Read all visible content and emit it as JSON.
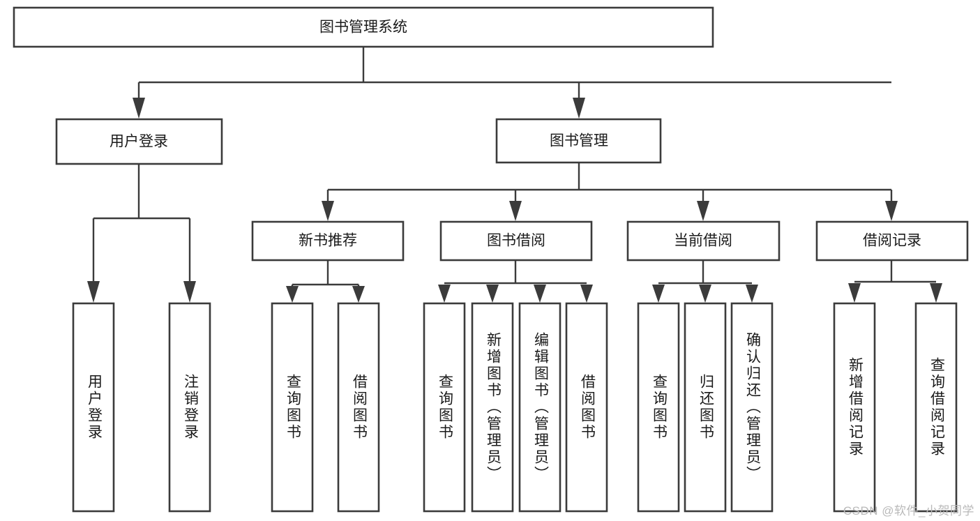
{
  "diagram": {
    "title": "图书管理系统",
    "type": "tree-hierarchy",
    "watermark": "CSDN @软件_小贺同学",
    "colors": {
      "stroke": "#3b3b3b",
      "fill": "#ffffff",
      "text": "#1a1a1a",
      "watermark": "#b9b9b9"
    },
    "root": {
      "label": "图书管理系统"
    },
    "level2": [
      {
        "label": "用户登录"
      },
      {
        "label": "图书管理"
      }
    ],
    "level3": [
      {
        "label": "新书推荐"
      },
      {
        "label": "图书借阅"
      },
      {
        "label": "当前借阅"
      },
      {
        "label": "借阅记录"
      }
    ],
    "leaves": {
      "user_login": [
        {
          "label": "用户登录"
        },
        {
          "label": "注销登录"
        }
      ],
      "new_book_recommend": [
        {
          "label": "查询图书"
        },
        {
          "label": "借阅图书"
        }
      ],
      "book_borrow": [
        {
          "label": "查询图书"
        },
        {
          "label": "新增图书（管理员）"
        },
        {
          "label": "编辑图书（管理员）"
        },
        {
          "label": "借阅图书"
        }
      ],
      "current_borrow": [
        {
          "label": "查询图书"
        },
        {
          "label": "归还图书"
        },
        {
          "label": "确认归还（管理员）"
        }
      ],
      "borrow_record": [
        {
          "label": "新增借阅记录"
        },
        {
          "label": "查询借阅记录"
        }
      ]
    }
  }
}
